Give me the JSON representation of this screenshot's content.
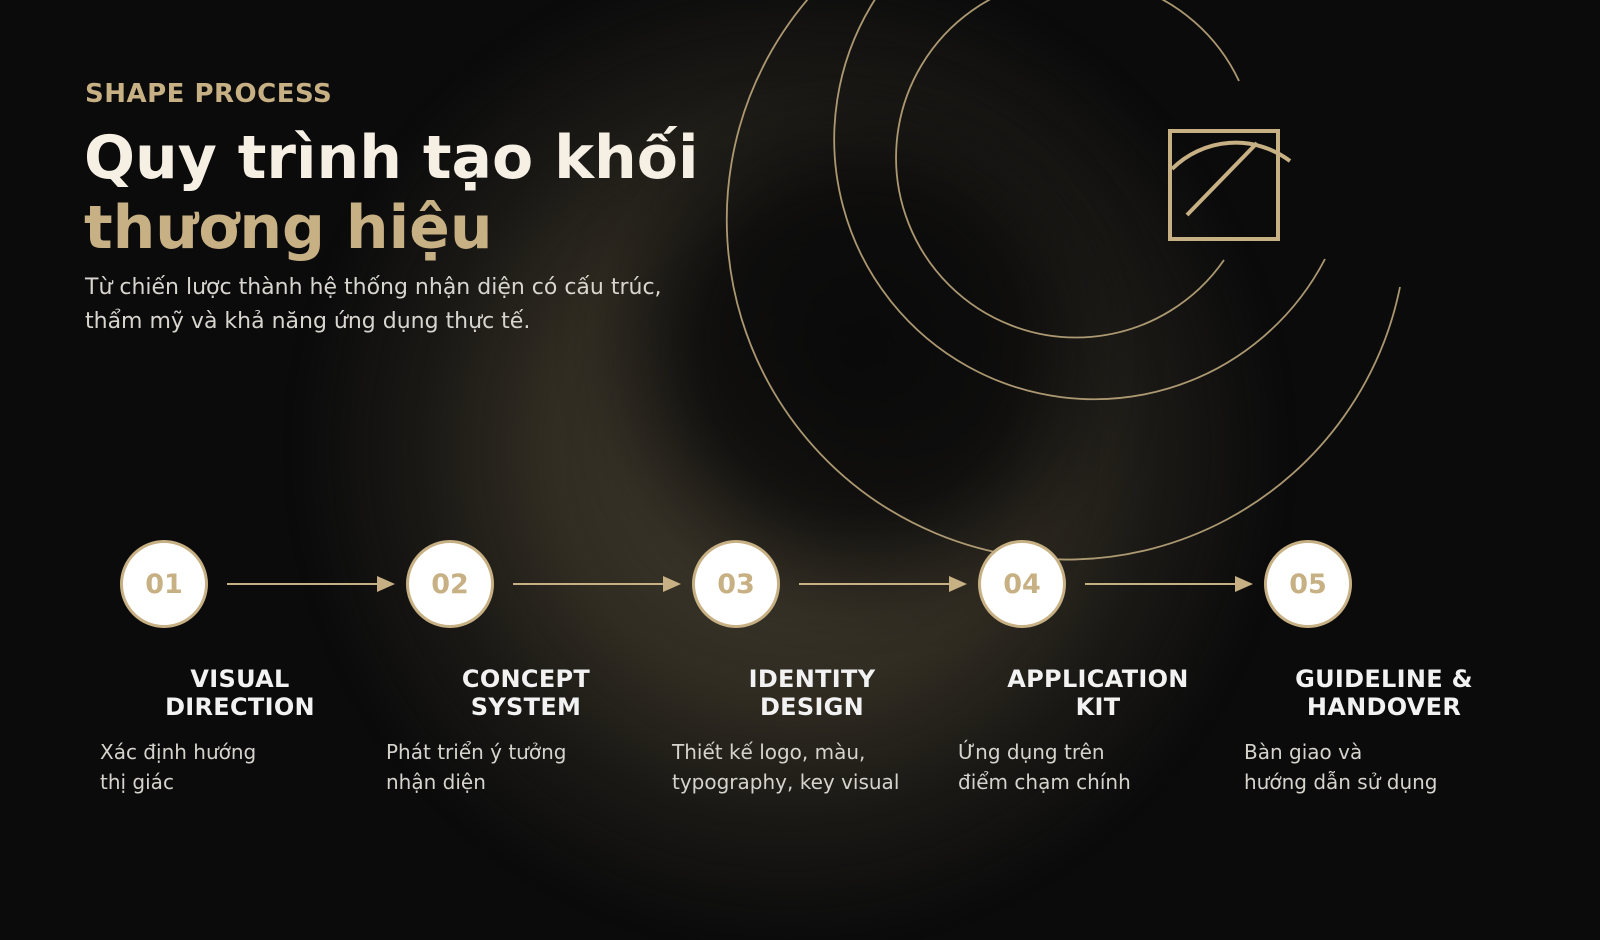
{
  "eyebrow": "SHAPE PROCESS",
  "title": {
    "line1": "Quy trình tạo khối",
    "line2": "thương hiệu"
  },
  "subtitle": {
    "line1": "Từ chiến lược thành hệ thống nhận diện có cấu trúc,",
    "line2": "thẩm mỹ và khả năng ứng dụng thực tế."
  },
  "colors": {
    "accent": "#c7b083",
    "heading": "#f5efe4",
    "background": "#0b0b0c"
  },
  "steps": [
    {
      "number": "01",
      "title_line1": "VISUAL",
      "title_line2": "DIRECTION",
      "desc_line1": "Xác định hướng",
      "desc_line2": "thị giác"
    },
    {
      "number": "02",
      "title_line1": "CONCEPT",
      "title_line2": "SYSTEM",
      "desc_line1": "Phát triển ý tưởng",
      "desc_line2": "nhận diện"
    },
    {
      "number": "03",
      "title_line1": "IDENTITY",
      "title_line2": "DESIGN",
      "desc_line1": "Thiết kế logo, màu,",
      "desc_line2": "typography, key visual"
    },
    {
      "number": "04",
      "title_line1": "APPLICATION",
      "title_line2": "KIT",
      "desc_line1": "Ứng dụng trên",
      "desc_line2": "điểm chạm chính"
    },
    {
      "number": "05",
      "title_line1": "GUIDELINE &",
      "title_line2": "HANDOVER",
      "desc_line1": "Bàn giao và",
      "desc_line2": "hướng dẫn sử dụng"
    }
  ]
}
